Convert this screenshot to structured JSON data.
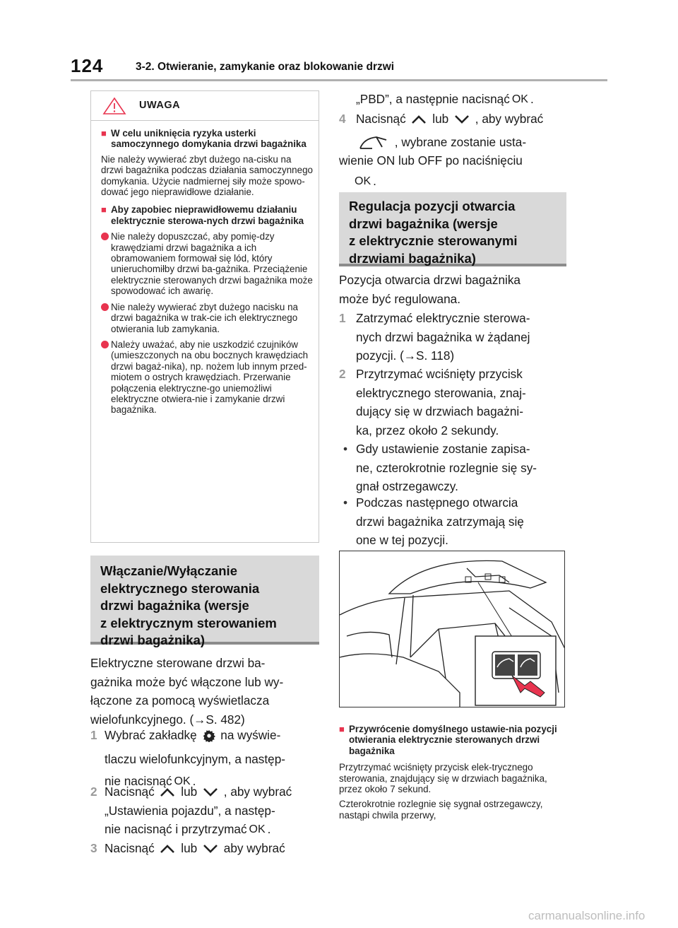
{
  "header": {
    "page_number": "124",
    "chapter": "3-2. Otwieranie, zamykanie oraz blokowanie drzwi"
  },
  "warning": {
    "title": "UWAGA",
    "section1_title": "W celu uniknięcia ryzyka usterki samoczynnego domykania drzwi bagażnika",
    "section1_text": "Nie należy wywierać zbyt dużego na-cisku na drzwi bagażnika podczas działania samoczynnego domykania. Użycie nadmiernej siły może spowo-dować jego nieprawidłowe działanie.",
    "section2_title": "Aby zapobiec nieprawidłowemu działaniu elektrycznie sterowa-nych drzwi bagażnika",
    "bullets": [
      "Nie należy dopuszczać, aby pomię-dzy krawędziami drzwi bagażnika a ich obramowaniem formował się lód, który unieruchomiłby drzwi ba-gażnika. Przeciążenie elektrycznie sterowanych drzwi bagażnika może spowodować ich awarię.",
      "Nie należy wywierać zbyt dużego nacisku na drzwi bagażnika w trak-cie ich elektrycznego otwierania lub zamykania.",
      "Należy uważać, aby nie uszkodzić czujników (umieszczonych na obu bocznych krawędziach drzwi bagaż-nika), np. nożem lub innym przed-miotem o ostrych krawędziach. Przerwanie połączenia elektryczne-go uniemożliwi elektryczne otwiera-nie i zamykanie drzwi bagażnika."
    ]
  },
  "section_onoff": {
    "heading_lines": [
      "Włączanie/Wyłączanie",
      "elektrycznego sterowania",
      "drzwi bagażnika (wersje",
      "z elektrycznym sterowaniem",
      "drzwi bagażnika)"
    ],
    "intro_lines": [
      "Elektryczne sterowane drzwi ba-",
      "gażnika może być włączone lub wy-",
      "łączone za pomocą wyświetlacza",
      "wielofunkcyjnego. (→S. 482)"
    ],
    "step1": {
      "n": "1",
      "a": "Wybrać zakładkę",
      "b": "na wyświe-",
      "c": "tlaczu wielofunkcyjnym, a następ-",
      "d": "nie nacisnąć",
      "e": "."
    },
    "step2": {
      "n": "2",
      "a": "Nacisnąć",
      "b": "lub",
      "c": ", aby wybrać",
      "d": "„Ustawienia pojazdu”, a następ-",
      "e": "nie nacisnąć i przytrzymać",
      "f": "."
    },
    "step3": {
      "n": "3",
      "a": "Nacisnąć",
      "b": "lub",
      "c": "aby wybrać",
      "d": "„PBD”, a następnie nacisnąć",
      "e": "."
    },
    "step4": {
      "n": "4",
      "a": "Nacisnąć",
      "b": "lub",
      "c": ", aby wybrać",
      "d": ", wybrane zostanie usta-",
      "e": "wienie ON lub OFF po naciśnięciu",
      "f": "."
    }
  },
  "section_position": {
    "heading_lines": [
      "Regulacja pozycji otwarcia",
      "drzwi bagażnika (wersje",
      "z elektrycznie sterowanymi",
      "drzwiami bagażnika)"
    ],
    "intro_lines": [
      "Pozycja otwarcia drzwi bagażnika",
      "może być regulowana."
    ],
    "step1": {
      "n": "1",
      "lines": [
        "Zatrzymać elektrycznie sterowa-",
        "nych drzwi bagażnika w żądanej",
        "pozycji. (→S. 118)"
      ]
    },
    "step2": {
      "n": "2",
      "lines": [
        "Przytrzymać wciśnięty przycisk",
        "elektrycznego sterowania, znaj-",
        "dujący się w drzwiach bagażni-",
        "ka, przez około 2 sekundy."
      ]
    },
    "dot1_lines": [
      "Gdy ustawienie zostanie zapisa-",
      "ne, czterokrotnie rozlegnie się sy-",
      "gnał ostrzegawczy."
    ],
    "dot2_lines": [
      "Podczas następnego otwarcia",
      "drzwi bagażnika zatrzymają się",
      "one w tej pozycji."
    ]
  },
  "note": {
    "title": "Przywrócenie domyślnego ustawie-nia pozycji otwierania elektrycznie sterowanych drzwi bagażnika",
    "para1": "Przytrzymać wciśnięty przycisk elek-trycznego sterowania, znajdujący się w drzwiach bagażnika, przez około 7 sekund.",
    "para2": "Czterokrotnie rozlegnie się sygnał ostrzegawczy, nastąpi chwila przerwy,"
  },
  "ok_label": "OK",
  "watermark": "carmanualsonline.info"
}
